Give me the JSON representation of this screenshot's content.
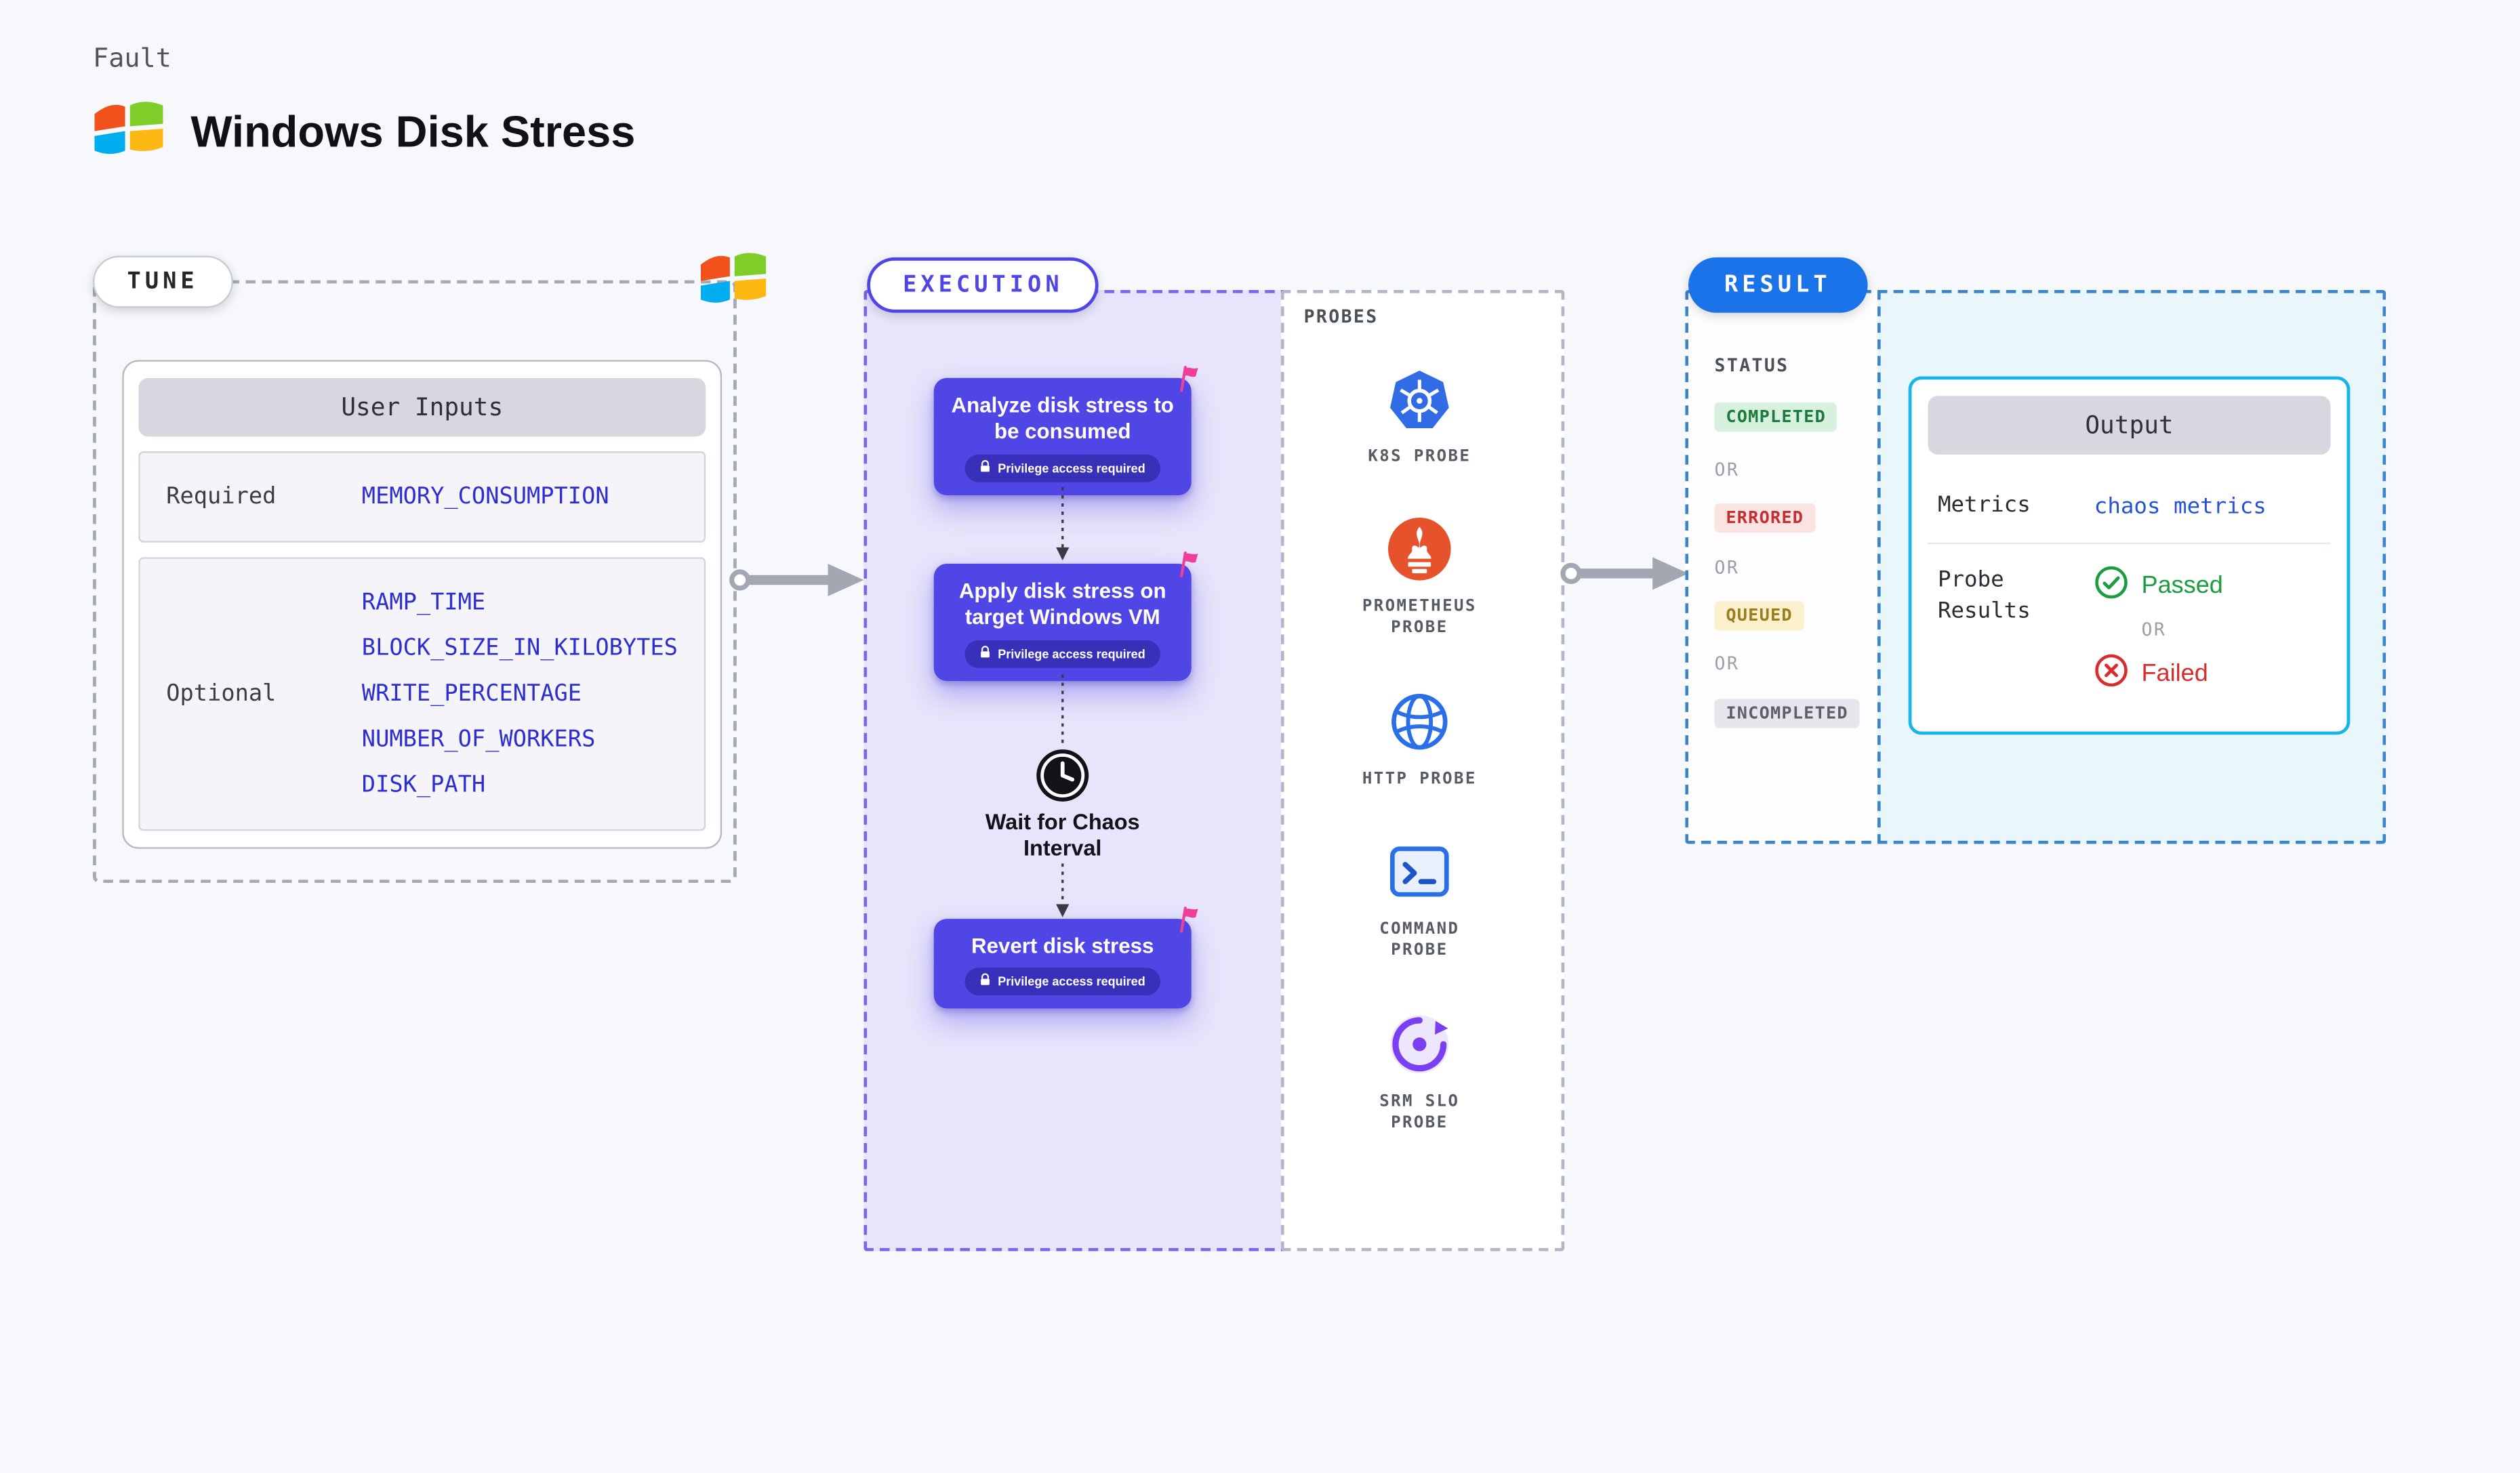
{
  "header": {
    "kicker": "Fault",
    "title": "Windows Disk Stress"
  },
  "tune": {
    "pill": "TUNE",
    "table": {
      "title": "User Inputs",
      "required_label": "Required",
      "required_value": "MEMORY_CONSUMPTION",
      "optional_label": "Optional",
      "optional_values": [
        "RAMP_TIME",
        "BLOCK_SIZE_IN_KILOBYTES",
        "WRITE_PERCENTAGE",
        "NUMBER_OF_WORKERS",
        "DISK_PATH"
      ]
    }
  },
  "execution": {
    "pill": "EXECUTION",
    "nodes": [
      {
        "title": "Analyze disk stress to be consumed",
        "badge": "Privilege access required"
      },
      {
        "title": "Apply disk stress on target Windows VM",
        "badge": "Privilege access required"
      },
      {
        "title": "Revert disk stress",
        "badge": "Privilege access required"
      }
    ],
    "wait_label": "Wait for Chaos Interval"
  },
  "probes": {
    "title": "PROBES",
    "items": [
      {
        "label": "K8S PROBE",
        "icon": "k8s-probe-icon"
      },
      {
        "label": "PROMETHEUS PROBE",
        "icon": "prometheus-probe-icon"
      },
      {
        "label": "HTTP PROBE",
        "icon": "http-probe-icon"
      },
      {
        "label": "COMMAND PROBE",
        "icon": "command-probe-icon"
      },
      {
        "label": "SRM SLO PROBE",
        "icon": "srm-slo-probe-icon"
      }
    ]
  },
  "result": {
    "pill": "RESULT",
    "status_title": "STATUS",
    "statuses": [
      "COMPLETED",
      "ERRORED",
      "QUEUED",
      "INCOMPLETED"
    ],
    "or_label": "OR",
    "output": {
      "title": "Output",
      "metrics_label": "Metrics",
      "metrics_value": "chaos metrics",
      "probe_results_label": "Probe Results",
      "passed_label": "Passed",
      "or_label": "OR",
      "failed_label": "Failed"
    }
  },
  "colors": {
    "page_bg": "#f7f8fb",
    "node_bg": "#4f46e5",
    "execution_panel_bg": "#e7e4fb",
    "result_panel_bg": "#e9f6fb",
    "result_accent": "#1a73e8",
    "output_border": "#19b5e8",
    "input_value_blue": "#2d2ed2",
    "completed_green": "#1b7a3d",
    "errored_red": "#c42f2f",
    "queued_yellow": "#9a7d1c",
    "incompleted_gray": "#5f5f6a",
    "passed_green": "#1a9c3f",
    "failed_red": "#d92c2c",
    "flag_pink": "#ef3f96"
  }
}
